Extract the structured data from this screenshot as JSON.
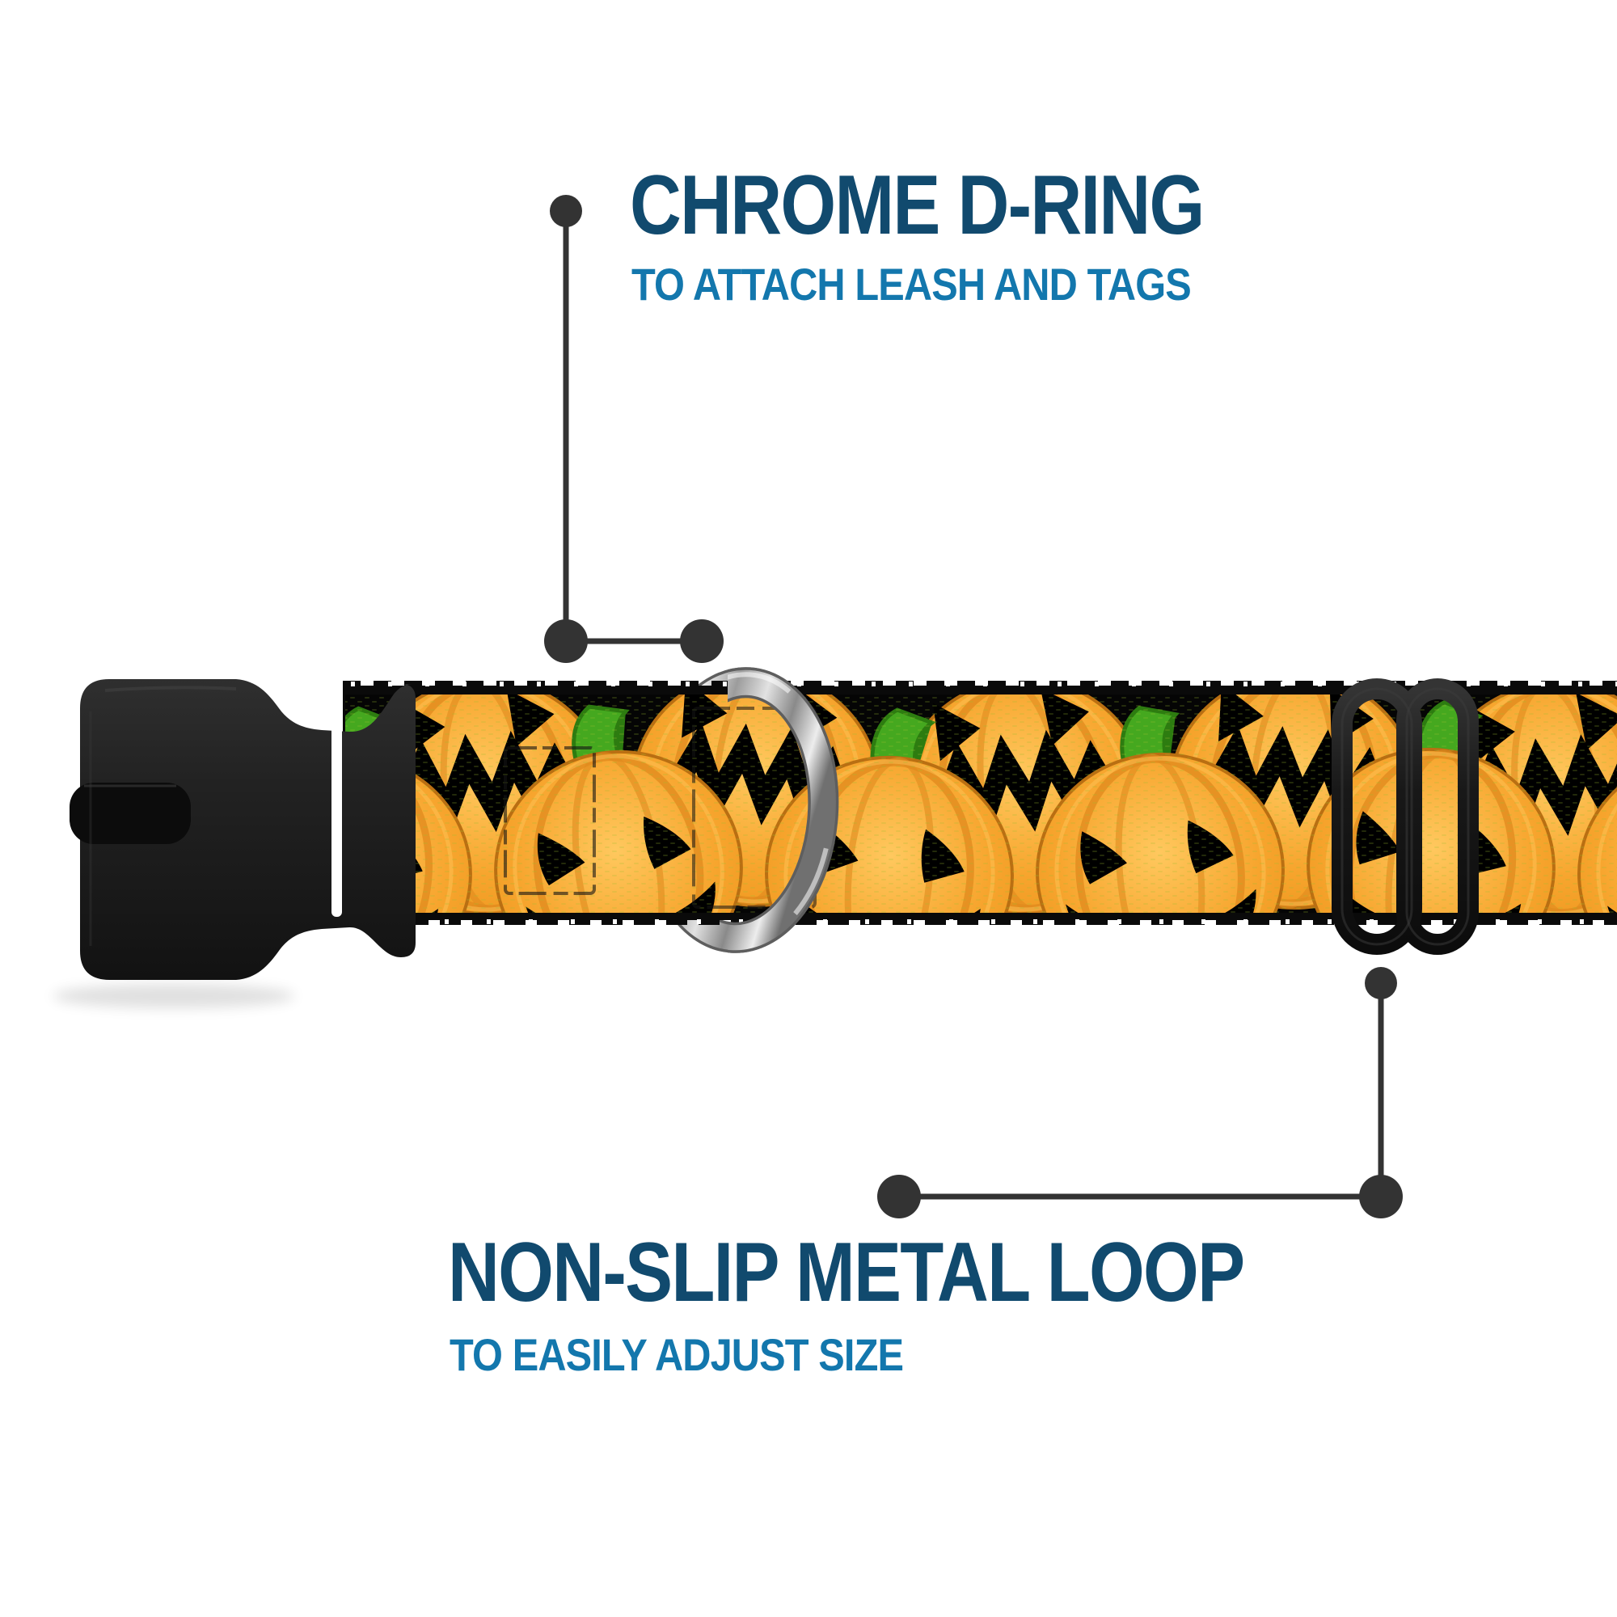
{
  "page": {
    "background": "#ffffff"
  },
  "callouts": [
    {
      "title": "CHROME D-RING",
      "subtitle": "TO ATTACH LEASH AND TAGS"
    },
    {
      "title": "NON-SLIP METAL LOOP",
      "subtitle": "TO EASILY ADJUST SIZE"
    }
  ],
  "collar_parts": {
    "buckle": "black plastic side-release buckle",
    "d_ring": "chrome metal d-ring",
    "slider": "black non-slip metal adjustment loop",
    "webbing": "black webbing with orange jack-o-lantern pumpkins"
  },
  "colors": {
    "page-bg": "#ffffff",
    "title": "#114a6e",
    "subtitle": "#1377ad",
    "connector": "#333333",
    "pumpkin-orange": "#f7a52e",
    "pumpkin-shadow": "#e08a1e",
    "pumpkin-highlight": "#ffc85e",
    "stem-green": "#45a81f",
    "webbing-black": "#0a0a0a",
    "chrome": "#cccccc",
    "plastic-black": "#1c1c1c"
  }
}
